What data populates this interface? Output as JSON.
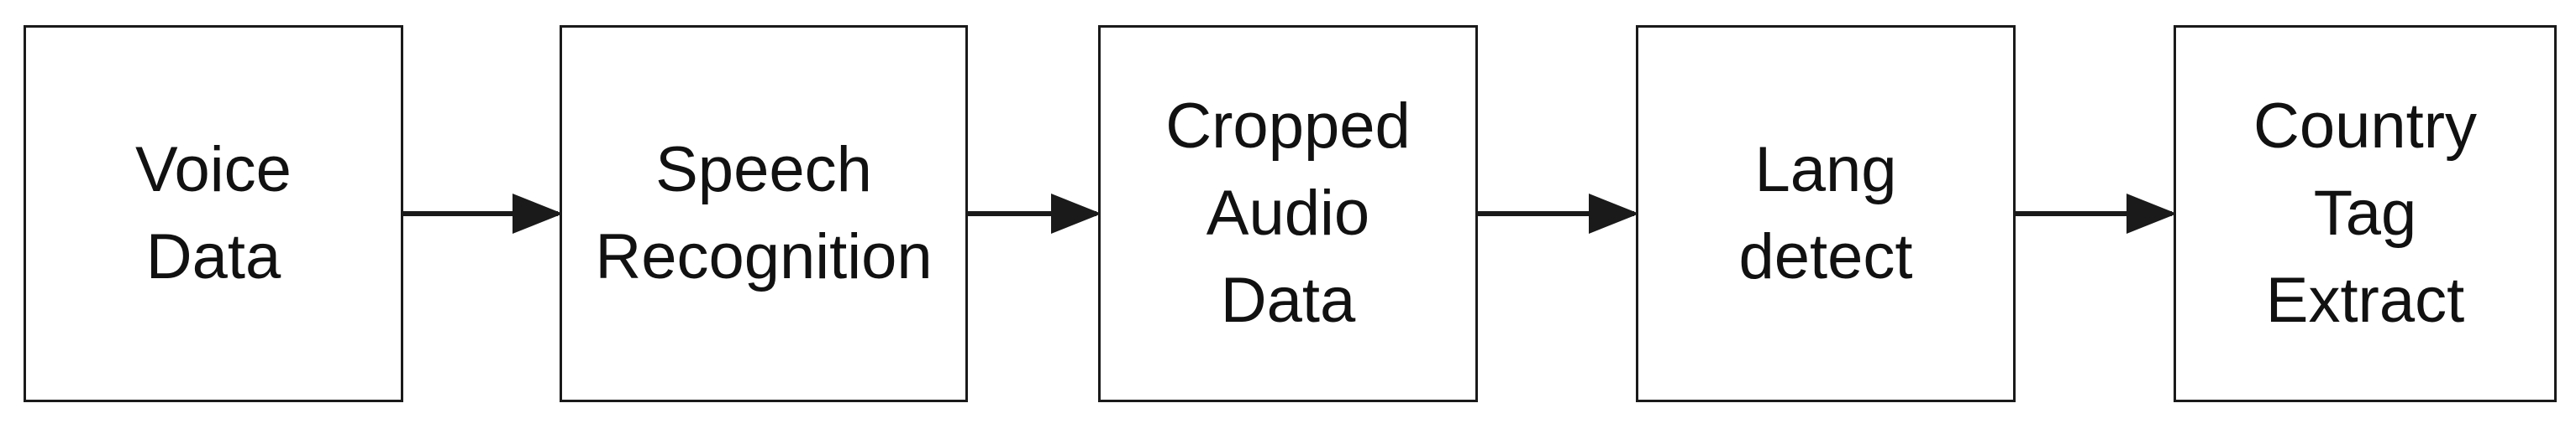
{
  "diagram": {
    "nodes": [
      {
        "id": "voice-data",
        "lines": [
          "Voice",
          "Data"
        ]
      },
      {
        "id": "speech-recognition",
        "lines": [
          "Speech",
          "Recognition"
        ]
      },
      {
        "id": "cropped-audio-data",
        "lines": [
          "Cropped",
          "Audio",
          "Data"
        ]
      },
      {
        "id": "lang-detect",
        "lines": [
          "Lang",
          "detect"
        ]
      },
      {
        "id": "country-tag-extract",
        "lines": [
          "Country",
          "Tag",
          "Extract"
        ]
      }
    ],
    "edges": [
      {
        "from": "voice-data",
        "to": "speech-recognition"
      },
      {
        "from": "speech-recognition",
        "to": "cropped-audio-data"
      },
      {
        "from": "cropped-audio-data",
        "to": "lang-detect"
      },
      {
        "from": "lang-detect",
        "to": "country-tag-extract"
      }
    ],
    "colors": {
      "stroke": "#1a1a1a",
      "text": "#111111",
      "background": "#ffffff"
    }
  }
}
